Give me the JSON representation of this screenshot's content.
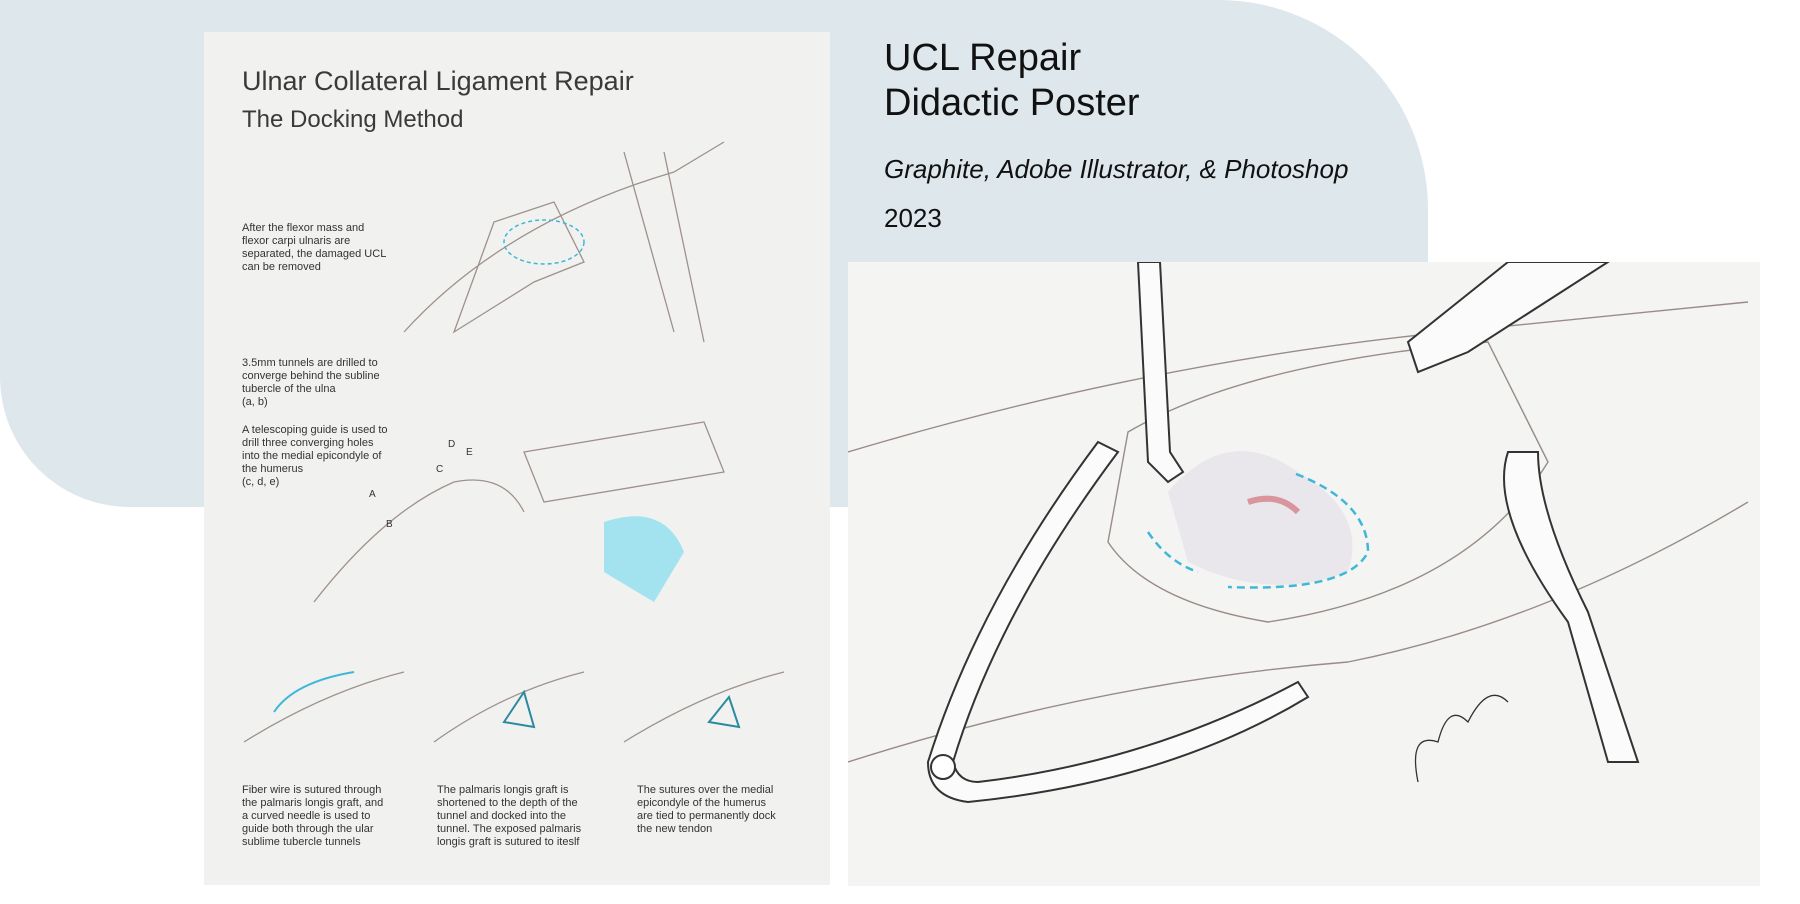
{
  "poster": {
    "title": "Ulnar Collateral Ligament Repair",
    "subtitle": "The Docking Method",
    "captions": [
      "After the flexor mass and\nflexor carpi ulnaris are\nseparated, the damaged UCL\ncan be removed",
      "3.5mm tunnels are drilled to\nconverge behind the subline\ntubercle of the ulna\n(a, b)",
      "A telescoping guide is used to\ndrill three converging holes\ninto the medial epicondyle of\nthe humerus\n(c, d, e)",
      "Fiber wire is sutured through\nthe palmaris longis graft, and\na curved needle is used to\nguide both through the ular\nsublime tubercle tunnels",
      "The palmaris longis graft is\nshortened to the depth of the\ntunnel and docked into the\ntunnel. The exposed palmaris\nlongis graft is sutured to iteslf",
      "The sutures over the medial\nepicondyle of the humerus\nare tied to permanently dock\nthe new tendon"
    ],
    "labels": [
      "A",
      "B",
      "C",
      "D",
      "E"
    ]
  },
  "info": {
    "title_line1": "UCL Repair",
    "title_line2": "Didactic Poster",
    "medium": "Graphite, Adobe Illustrator, & Photoshop",
    "year": "2023"
  },
  "colors": {
    "background_shape": "#dde7ec",
    "accent_cyan": "#3fb8d8",
    "tissue_red": "#c9424f"
  }
}
